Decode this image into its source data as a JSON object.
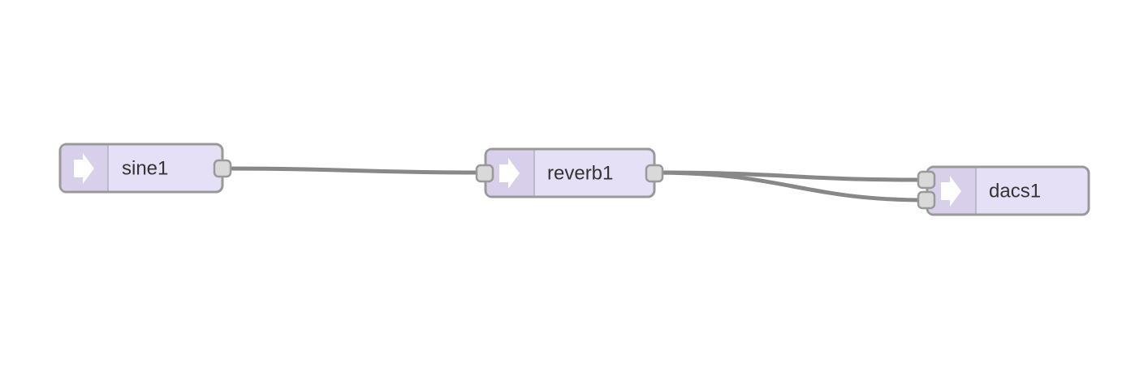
{
  "nodes": [
    {
      "id": "sine1",
      "label": "sine1",
      "icon": "arrow-right-icon",
      "inputs": 0,
      "outputs": 1
    },
    {
      "id": "reverb1",
      "label": "reverb1",
      "icon": "arrow-right-icon",
      "inputs": 1,
      "outputs": 1
    },
    {
      "id": "dacs1",
      "label": "dacs1",
      "icon": "arrow-right-icon",
      "inputs": 2,
      "outputs": 0
    }
  ],
  "links": [
    {
      "from": "sine1",
      "from_port": 0,
      "to": "reverb1",
      "to_port": 0
    },
    {
      "from": "reverb1",
      "from_port": 0,
      "to": "dacs1",
      "to_port": 0
    },
    {
      "from": "reverb1",
      "from_port": 0,
      "to": "dacs1",
      "to_port": 1
    }
  ],
  "colors": {
    "node_fill": "#e6e0f6",
    "node_stroke": "#999999",
    "wire": "#888888",
    "port_fill": "#d9d9d9"
  }
}
